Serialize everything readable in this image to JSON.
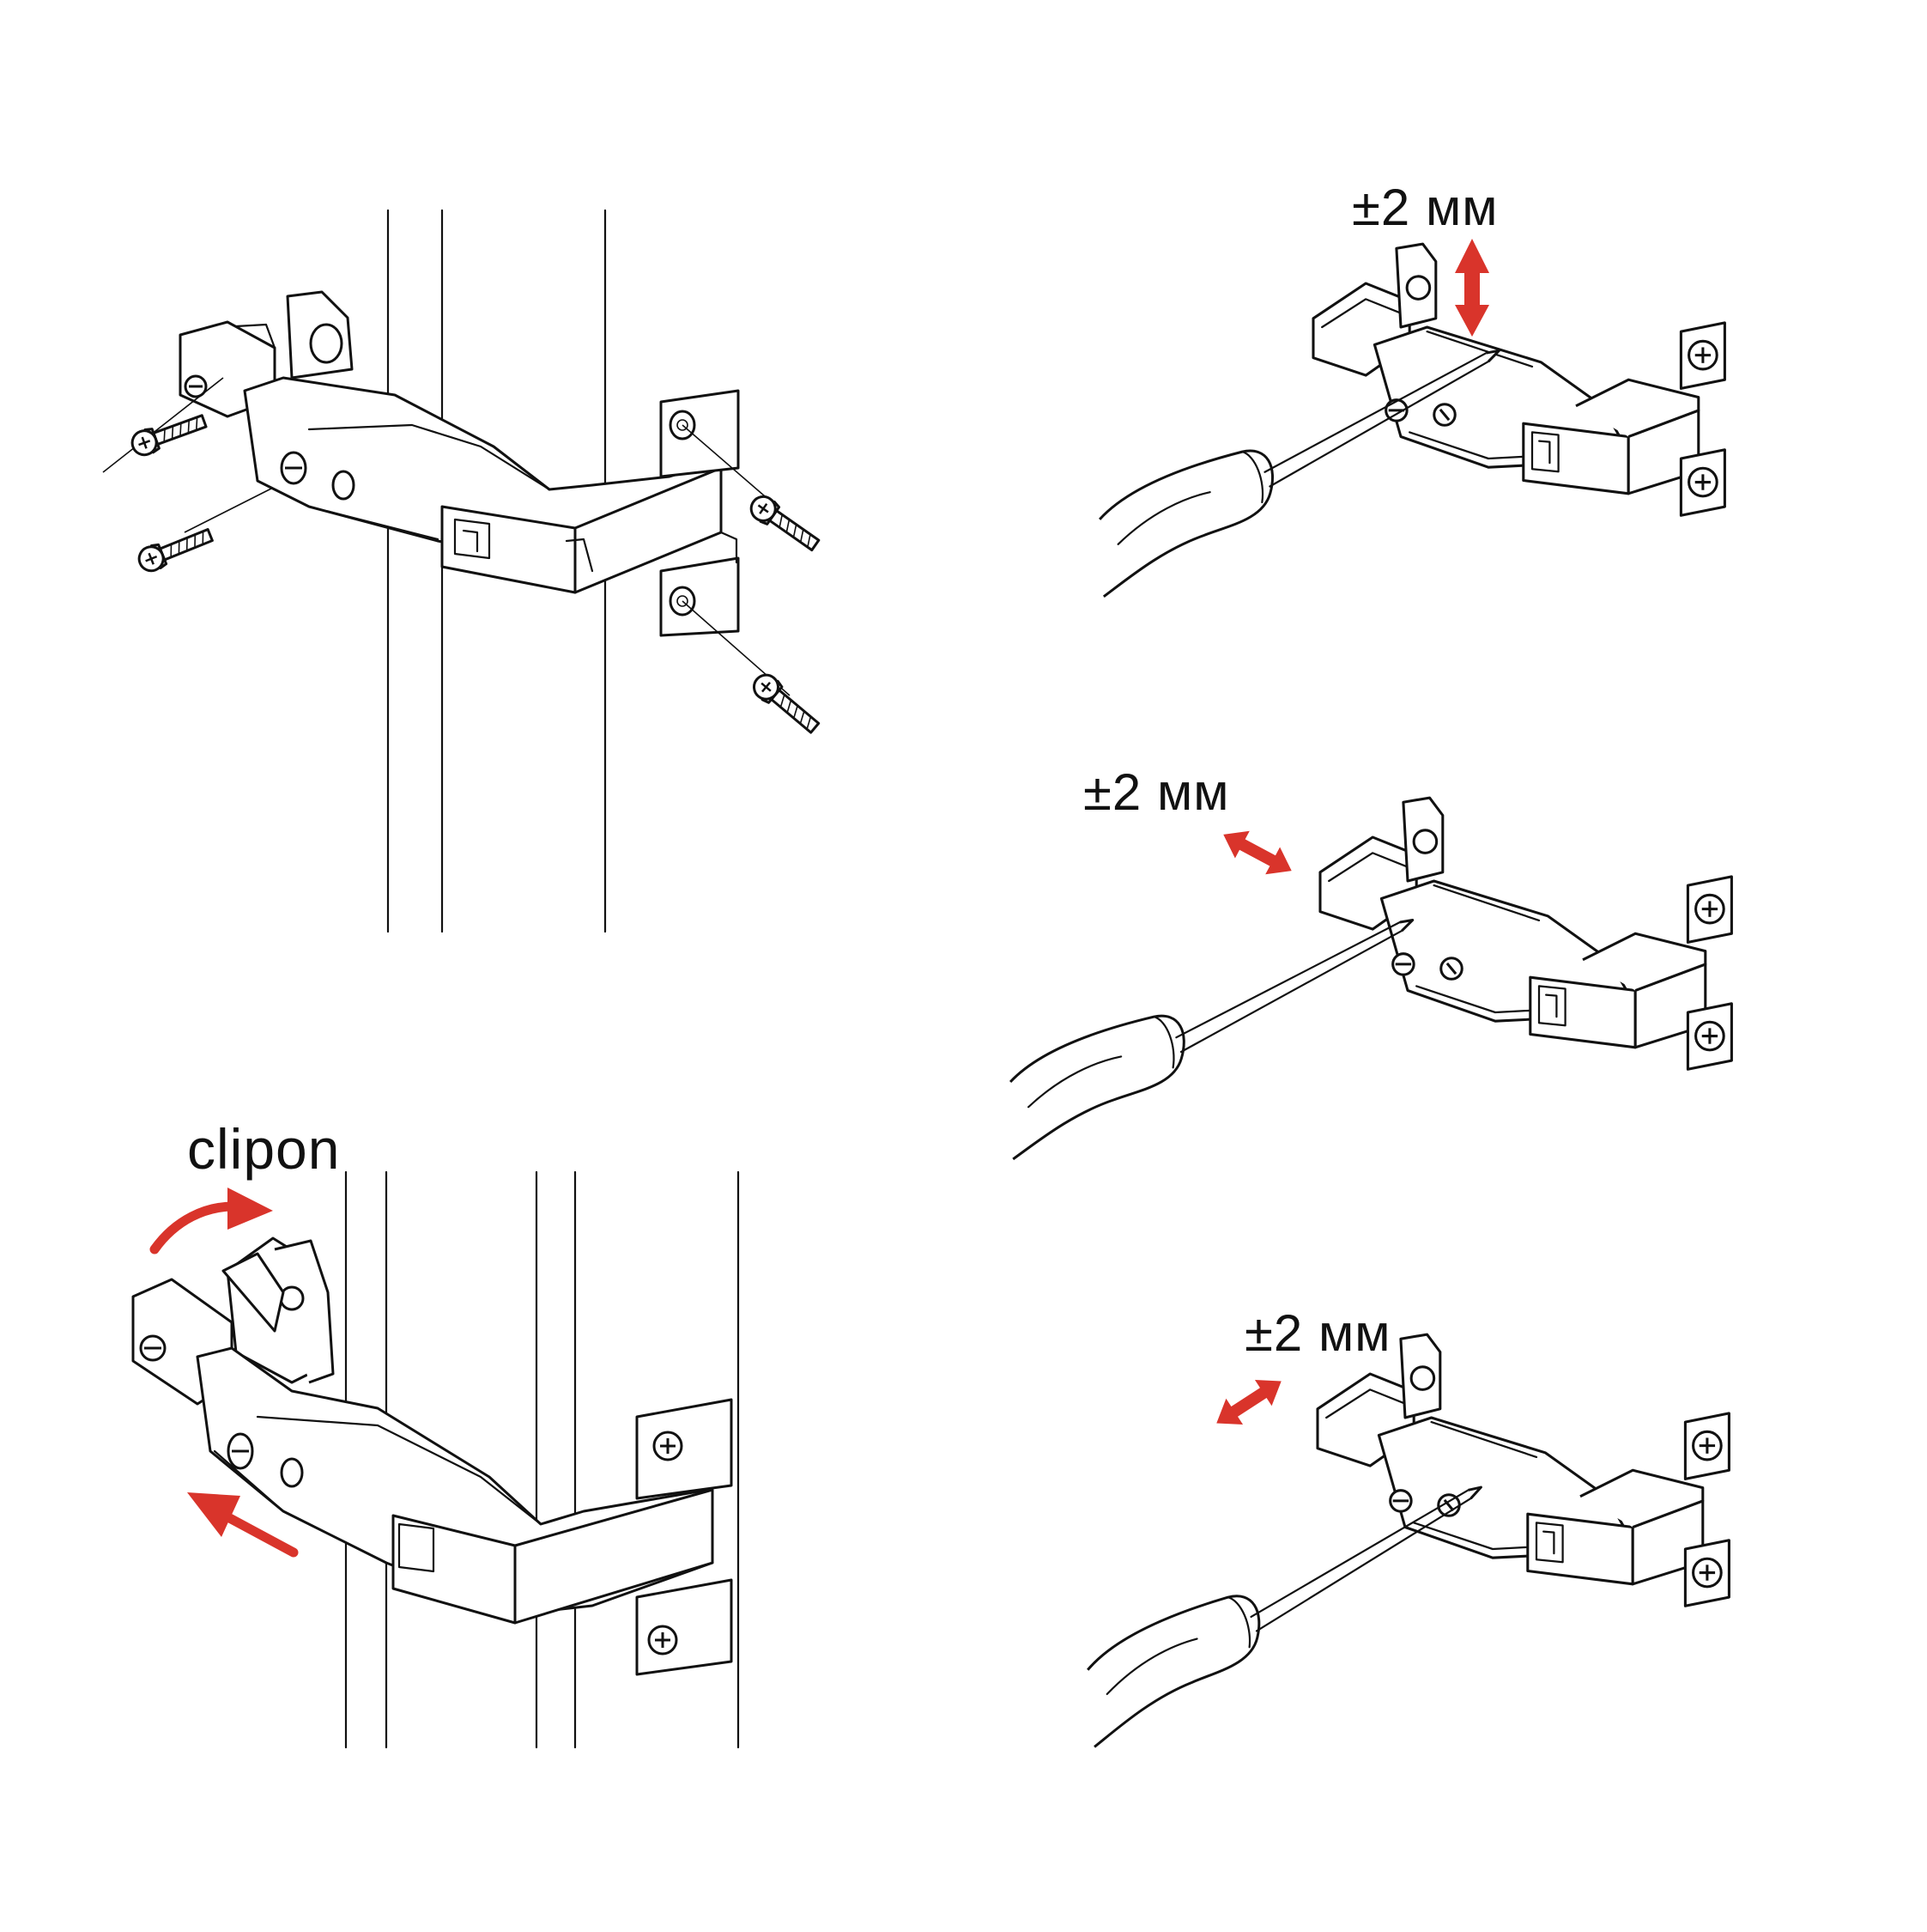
{
  "labels": {
    "clip": "clipon",
    "adjust_top": "±2 мм",
    "adjust_middle": "±2 мм",
    "adjust_bottom": "±2 мм"
  },
  "colors": {
    "arrow": "#d9342b",
    "line": "#111111",
    "background": "#ffffff"
  },
  "icons": [
    "screwdriver-icon",
    "screw-icon",
    "hinge-icon",
    "arrow-icon"
  ]
}
